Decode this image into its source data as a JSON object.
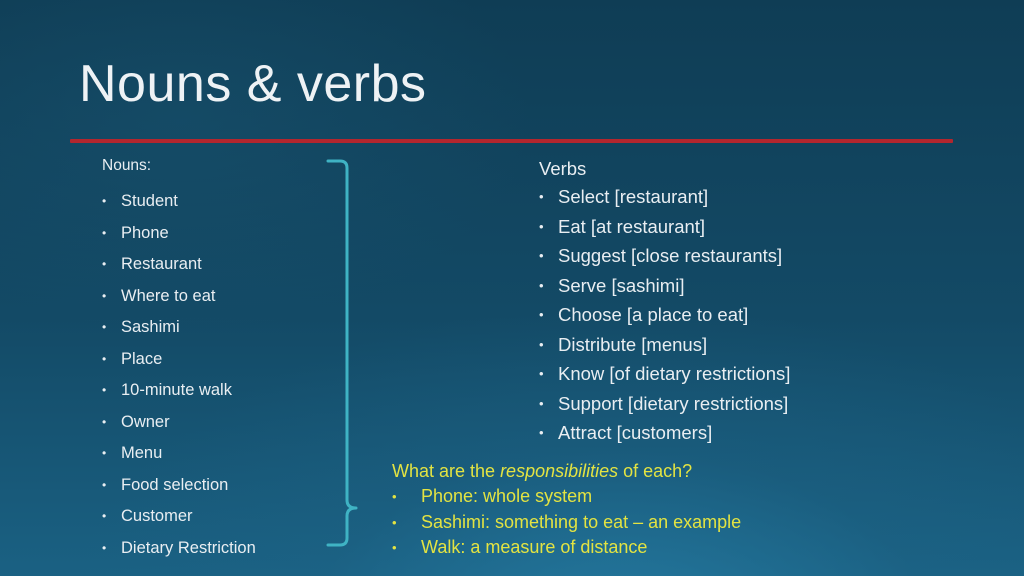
{
  "slide": {
    "title": "Nouns & verbs",
    "colors": {
      "background": "#134a66",
      "title_rule": "#b3262e",
      "text": "#e9eef2",
      "highlight_text": "#e3e342",
      "brace": "#3fb3c4"
    },
    "nouns": {
      "heading": "Nouns:",
      "bullet": "•",
      "items": [
        "Student",
        "Phone",
        "Restaurant",
        "Where to eat",
        "Sashimi",
        "Place",
        "10-minute walk",
        "Owner",
        "Menu",
        "Food selection",
        "Customer",
        "Dietary Restriction"
      ]
    },
    "verbs": {
      "heading": "Verbs",
      "bullet": "•",
      "items": [
        "Select [restaurant]",
        "Eat [at restaurant]",
        "Suggest [close restaurants]",
        "Serve [sashimi]",
        "Choose [a place to eat]",
        "Distribute [menus]",
        "Know [of dietary restrictions]",
        "Support [dietary restrictions]",
        "Attract [customers]"
      ]
    },
    "responsibilities": {
      "question_prefix": "What are the ",
      "question_emphasis": "responsibilities",
      "question_suffix": " of each?",
      "bullet": "•",
      "items": [
        "Phone: whole system",
        "Sashimi: something to eat – an example",
        "Walk: a measure of distance"
      ]
    }
  }
}
